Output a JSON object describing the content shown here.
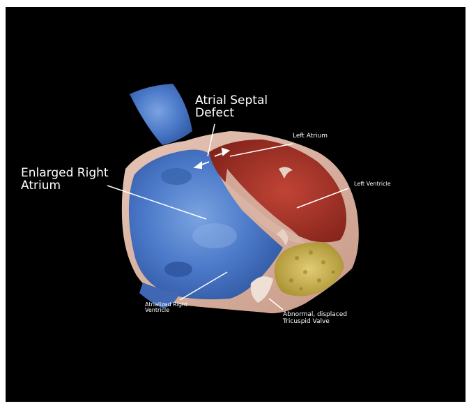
{
  "diagram": {
    "colors": {
      "background": "#000000",
      "right_heart": "#4a78c8",
      "left_heart": "#a8322a",
      "wall": "#d8b0a0",
      "tricuspid_tissue": "#c9b04a",
      "label_text": "#ffffff"
    },
    "labels": {
      "atrial_septal_defect": "Atrial Septal\nDefect",
      "left_atrium": "Left Atrium",
      "enlarged_right_atrium": "Enlarged Right\nAtrium",
      "left_ventricle": "Left Ventricle",
      "atrialized_right_ventricle": "Atrialized Right\nVentricle",
      "abnormal_tricuspid_valve": "Abnormal, displaced\nTricuspid Valve"
    }
  }
}
